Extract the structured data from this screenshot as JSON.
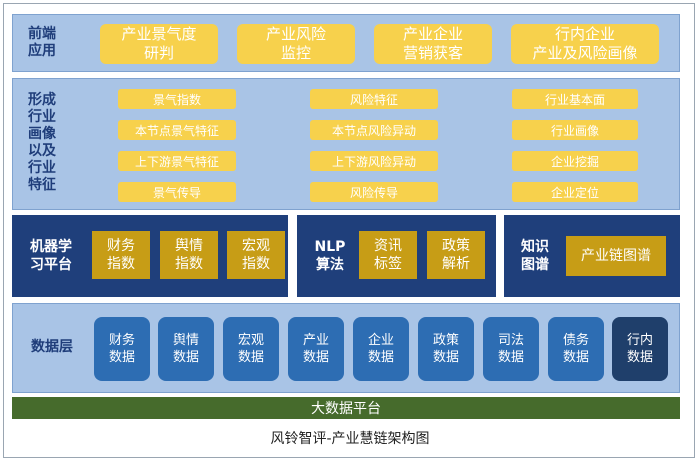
{
  "frontend": {
    "label": "前端\n应用",
    "items": [
      "产业景气度\n研判",
      "产业风险\n监控",
      "产业企业\n营销获客",
      "行内企业\n产业及风险画像"
    ]
  },
  "features": {
    "label": "形成\n行业\n画像\n以及\n行业\n特征",
    "col1": [
      "景气指数",
      "本节点景气特征",
      "上下游景气特征",
      "景气传导"
    ],
    "col2": [
      "风险特征",
      "本节点风险异动",
      "上下游风险异动",
      "风险传导"
    ],
    "col3": [
      "行业基本面",
      "行业画像",
      "企业挖掘",
      "企业定位"
    ]
  },
  "platforms": {
    "ml": {
      "label": "机器学\n习平台",
      "items": [
        "财务\n指数",
        "舆情\n指数",
        "宏观\n指数"
      ]
    },
    "nlp": {
      "label": "NLP\n算法",
      "items": [
        "资讯\n标签",
        "政策\n解析"
      ]
    },
    "kg": {
      "label": "知识\n图谱",
      "items": [
        "产业链图谱"
      ]
    }
  },
  "data_layer": {
    "label": "数据层",
    "items": [
      "财务\n数据",
      "舆情\n数据",
      "宏观\n数据",
      "产业\n数据",
      "企业\n数据",
      "政策\n数据",
      "司法\n数据",
      "债务\n数据",
      "行内\n数据"
    ]
  },
  "bigdata_label": "大数据平台",
  "caption": "风铃智评-产业慧链架构图",
  "colors": {
    "row_bg": "#a9c4e6",
    "gold": "#f7d14c",
    "dark_block": "#1f3f7b",
    "mustard": "#c79d16",
    "data_blue": "#2d6db3",
    "data_dark": "#1f3f6b",
    "bigdata_green": "#466b2c"
  }
}
